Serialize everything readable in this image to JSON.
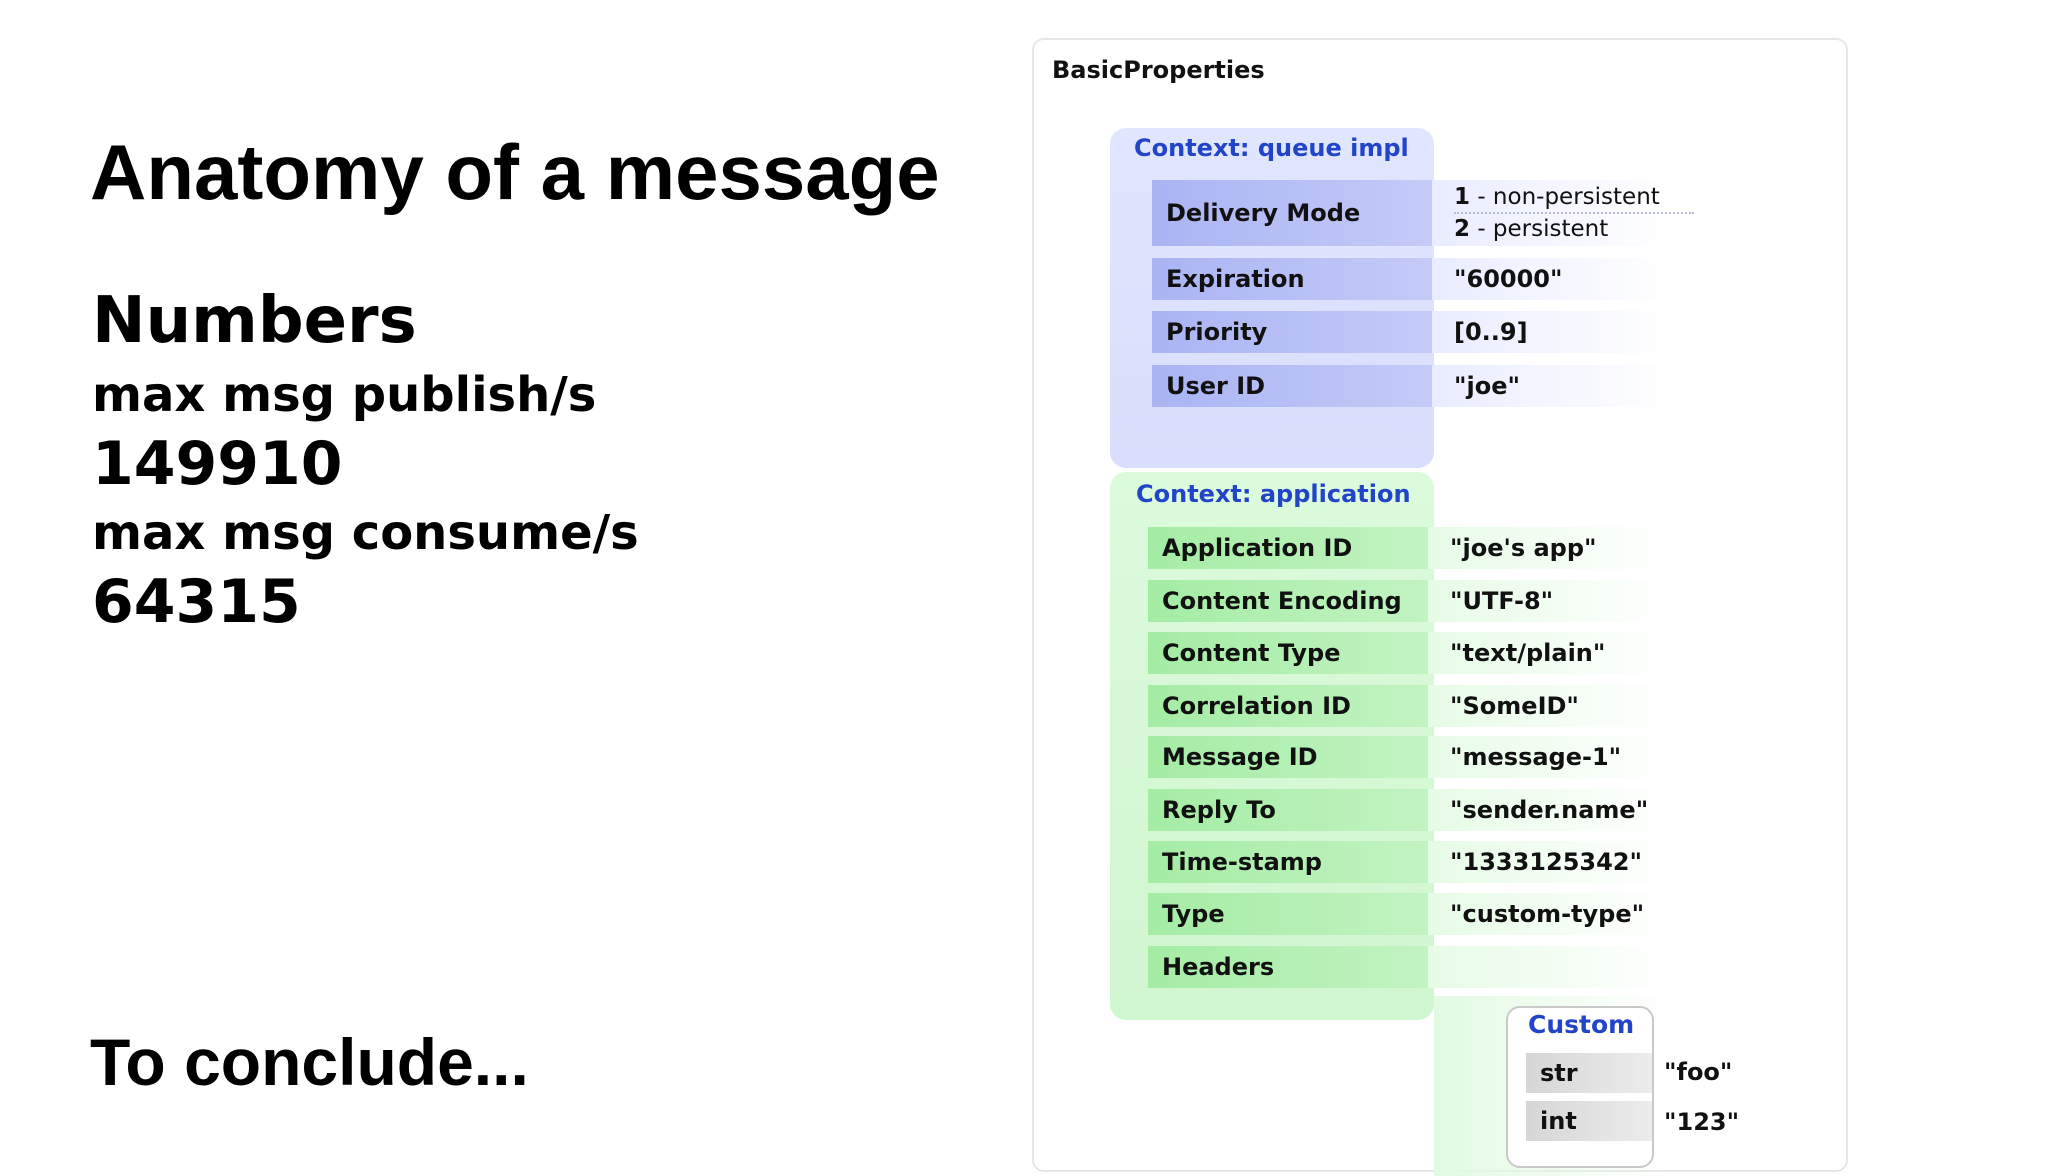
{
  "slide": {
    "title": "Anatomy of a message",
    "numbers_heading": "Numbers",
    "publish_label": "max msg publish/s",
    "publish_value": "149910",
    "consume_label": "max msg consume/s",
    "consume_value": "64315",
    "conclude": "To conclude..."
  },
  "diagram": {
    "title": "BasicProperties",
    "queue_context": {
      "label": "Context: queue impl",
      "delivery_mode": {
        "name": "Delivery Mode",
        "options": [
          {
            "num": "1",
            "text": " - non-persistent"
          },
          {
            "num": "2",
            "text": " - persistent"
          }
        ]
      },
      "rows": [
        {
          "name": "Expiration",
          "value": "\"60000\""
        },
        {
          "name": "Priority",
          "value": "[0..9]"
        },
        {
          "name": "User ID",
          "value": "\"joe\""
        }
      ]
    },
    "app_context": {
      "label": "Context: application",
      "rows": [
        {
          "name": "Application ID",
          "value": "\"joe's app\""
        },
        {
          "name": "Content Encoding",
          "value": "\"UTF-8\""
        },
        {
          "name": "Content Type",
          "value": "\"text/plain\""
        },
        {
          "name": "Correlation ID",
          "value": "\"SomeID\""
        },
        {
          "name": "Message ID",
          "value": "\"message-1\""
        },
        {
          "name": "Reply To",
          "value": "\"sender.name\""
        },
        {
          "name": "Time-stamp",
          "value": "\"1333125342\""
        },
        {
          "name": "Type",
          "value": "\"custom-type\""
        },
        {
          "name": "Headers",
          "value": ""
        }
      ]
    },
    "custom": {
      "label": "Custom",
      "rows": [
        {
          "key": "str",
          "value": "\"foo\""
        },
        {
          "key": "int",
          "value": "\"123\""
        }
      ]
    },
    "colors": {
      "context_label": "#2144c8",
      "queue_bg": "#dde3fd",
      "queue_row": "#aab4f3",
      "app_bg": "#d6f8d6",
      "app_row": "#a4eca4"
    }
  }
}
